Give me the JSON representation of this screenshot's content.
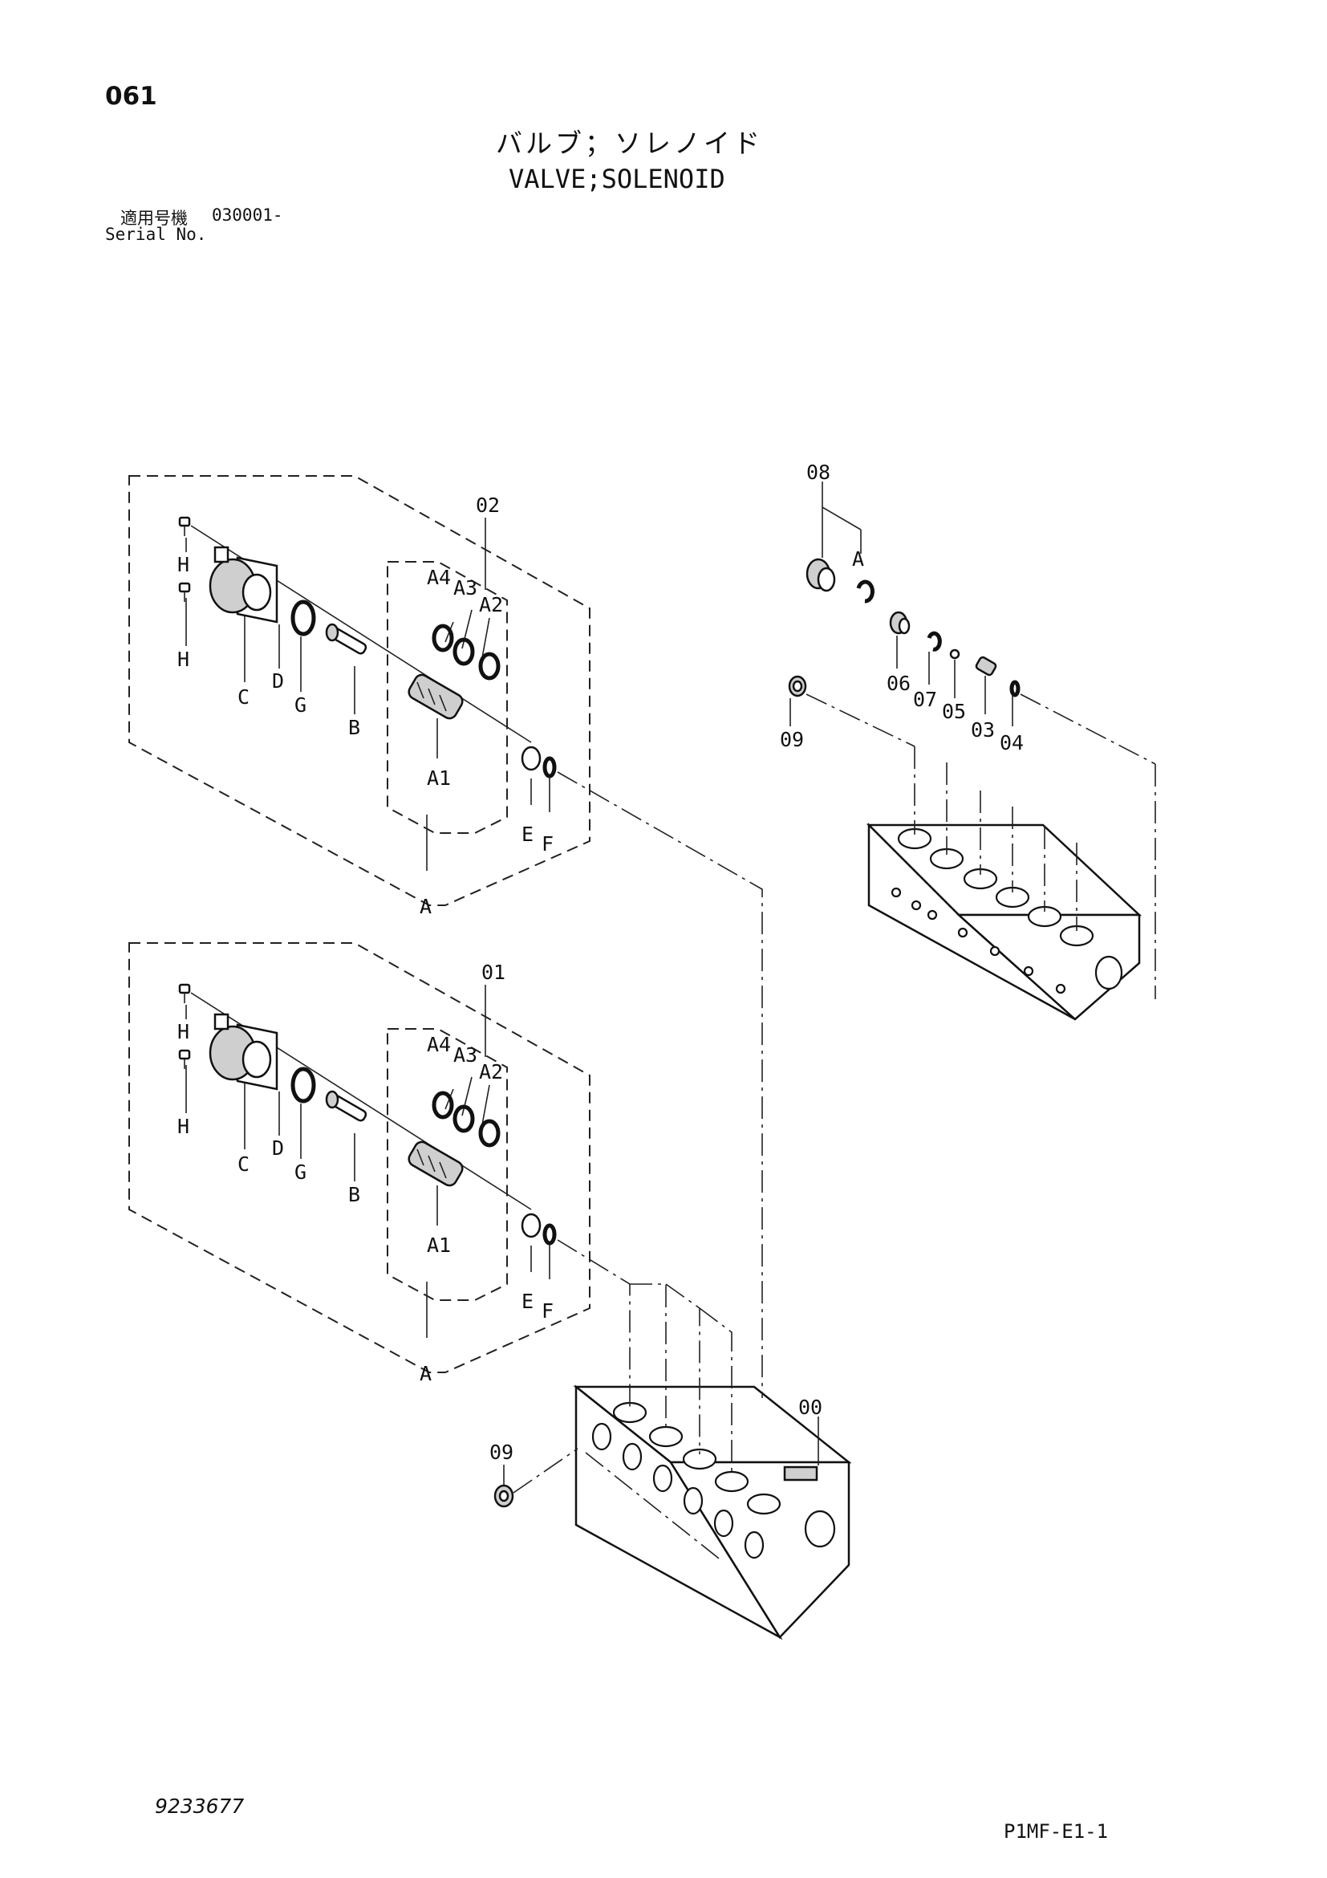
{
  "header": {
    "page_number": "061",
    "title_jp": "バルブ；ソレノイド",
    "title_en": "VALVE;SOLENOID",
    "serial_label_jp": "適用号機",
    "serial_value": "030001-",
    "serial_label_en": "Serial No."
  },
  "footer": {
    "doc_number": "9233677",
    "page_code": "P1MF-E1-1"
  },
  "labels": {
    "assy_02": "02",
    "assy_01": "01",
    "body_00": "00",
    "plug_08": "08",
    "part_09": "09",
    "part_06": "06",
    "part_07": "07",
    "part_05": "05",
    "part_03": "03",
    "part_04": "04",
    "A": "A",
    "A1": "A1",
    "A2": "A2",
    "A3": "A3",
    "A4": "A4",
    "B": "B",
    "C": "C",
    "D": "D",
    "E": "E",
    "F": "F",
    "G": "G",
    "H": "H"
  }
}
